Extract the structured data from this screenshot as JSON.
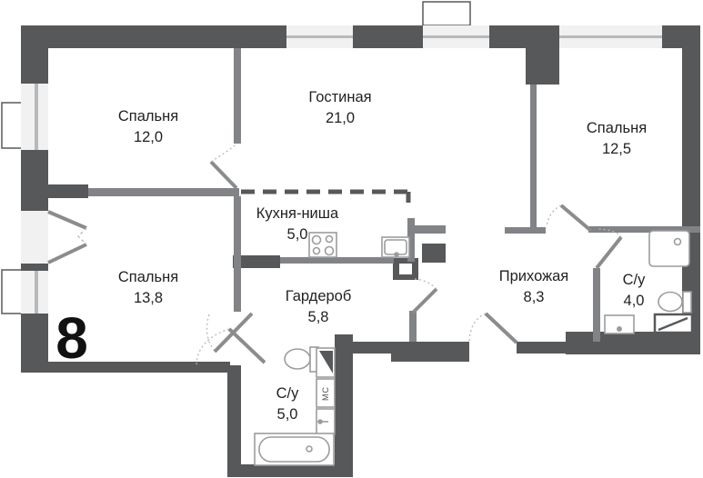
{
  "plan": {
    "unit_number": "8",
    "rooms": [
      {
        "id": "bedroom-1",
        "name": "Спальня",
        "area": "12,0"
      },
      {
        "id": "living-room",
        "name": "Гостиная",
        "area": "21,0"
      },
      {
        "id": "bedroom-2",
        "name": "Спальня",
        "area": "12,5"
      },
      {
        "id": "kitchen-niche",
        "name": "Кухня-ниша",
        "area": "5,0"
      },
      {
        "id": "bedroom-3",
        "name": "Спальня",
        "area": "13,8"
      },
      {
        "id": "wardrobe",
        "name": "Гардероб",
        "area": "5,8"
      },
      {
        "id": "hallway",
        "name": "Прихожая",
        "area": "8,3"
      },
      {
        "id": "bathroom-small",
        "name": "С/у",
        "area": "4,0"
      },
      {
        "id": "bathroom-big",
        "name": "С/у",
        "area": "5,0"
      }
    ],
    "appliance_labels": {
      "washing_machine": "МС"
    },
    "colors": {
      "wall": "#57585a",
      "partition": "#818386",
      "window_fill": "#f1f1f2",
      "window_frame": "#b7b9bb",
      "door_leaf": "#8a8c8e",
      "fixture_outline": "#9a9c9e",
      "text": "#1f2022"
    }
  }
}
